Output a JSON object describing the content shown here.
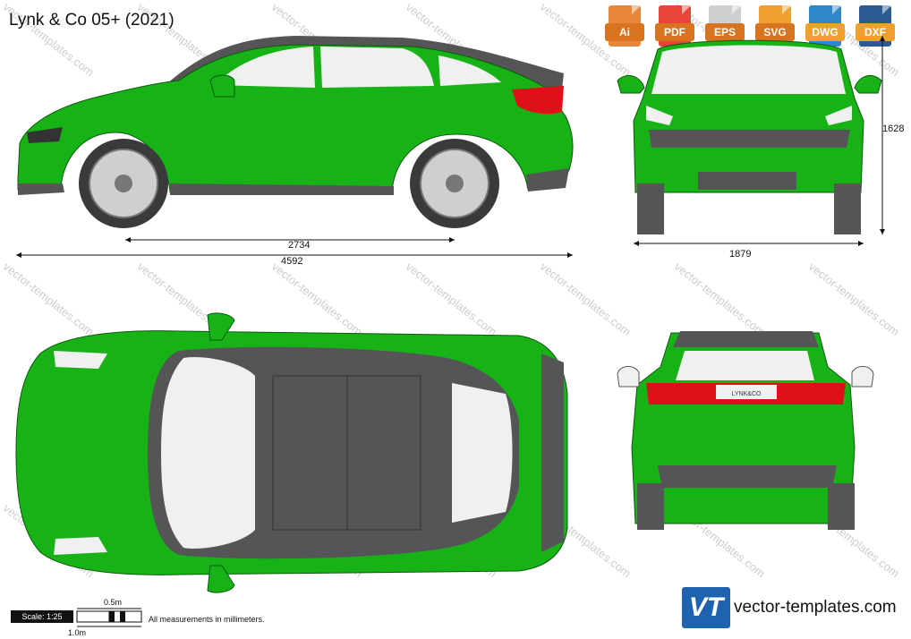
{
  "title": "Lynk & Co 05+ (2021)",
  "formats": [
    {
      "label": "Ai",
      "color": "#e8873a"
    },
    {
      "label": "PDF",
      "color": "#e8453a"
    },
    {
      "label": "EPS",
      "color": "#b5b5b5"
    },
    {
      "label": "SVG",
      "color": "#f0a030"
    },
    {
      "label": "DWG",
      "color": "#2f86c8"
    },
    {
      "label": "DXF",
      "color": "#2a5b93"
    }
  ],
  "dimensions": {
    "wheelbase": "2734",
    "length": "4592",
    "width": "1879",
    "height": "1628"
  },
  "scale": {
    "label": "Scale: 1:25",
    "half": "0.5m",
    "full": "1.0m"
  },
  "note": "All measurements in millimeters.",
  "rear_badge": "LYNK&CO",
  "brand": {
    "logo": "VT",
    "site": "vector-templates.com"
  },
  "watermark": "vector-templates.com",
  "colors": {
    "body": "#17b316",
    "dark": "#555558",
    "glass": "#f0f0f0",
    "light": "#e0101a"
  }
}
